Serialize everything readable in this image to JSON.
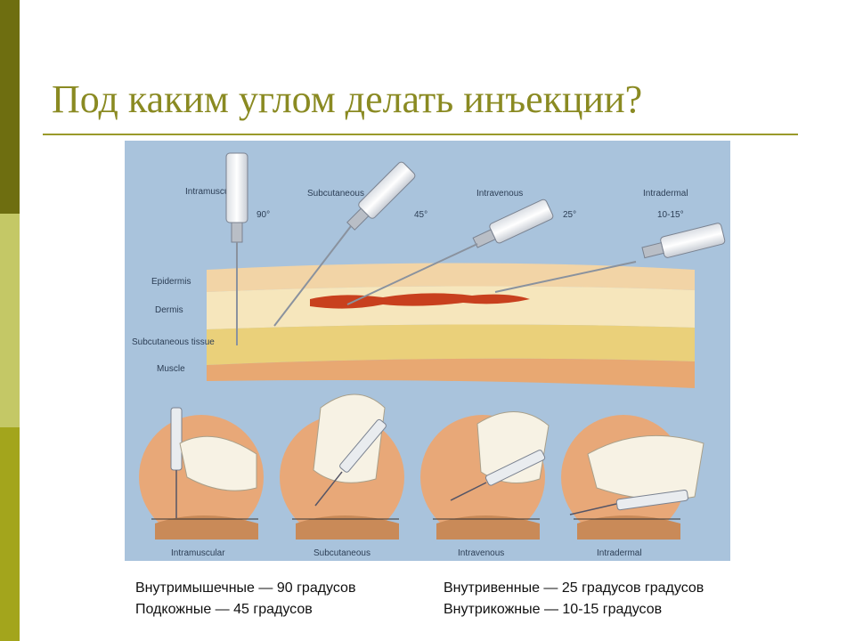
{
  "slide": {
    "title": "Под каким углом делать инъекции?",
    "accent_colors": {
      "dark": "#6e6e10",
      "light": "#c4c866",
      "mid": "#a3a51c",
      "title": "#8a8a22"
    }
  },
  "illustration": {
    "needles": [
      {
        "label": "Intramuscular",
        "angle": "90°"
      },
      {
        "label": "Subcutaneous",
        "angle": "45°"
      },
      {
        "label": "Intravenous",
        "angle": "25°"
      },
      {
        "label": "Intradermal",
        "angle": "10-15°"
      }
    ],
    "layers": [
      "Epidermis",
      "Dermis",
      "Subcutaneous tissue",
      "Muscle"
    ],
    "circles": [
      "Intramuscular",
      "Subcutaneous",
      "Intravenous",
      "Intradermal"
    ]
  },
  "captions": {
    "left": [
      "Внутримышечные — 90 градусов",
      "Подкожные — 45 градусов"
    ],
    "right": [
      "Внутривенные — 25 градусов градусов",
      "Внутрикожные — 10-15 градусов"
    ]
  }
}
